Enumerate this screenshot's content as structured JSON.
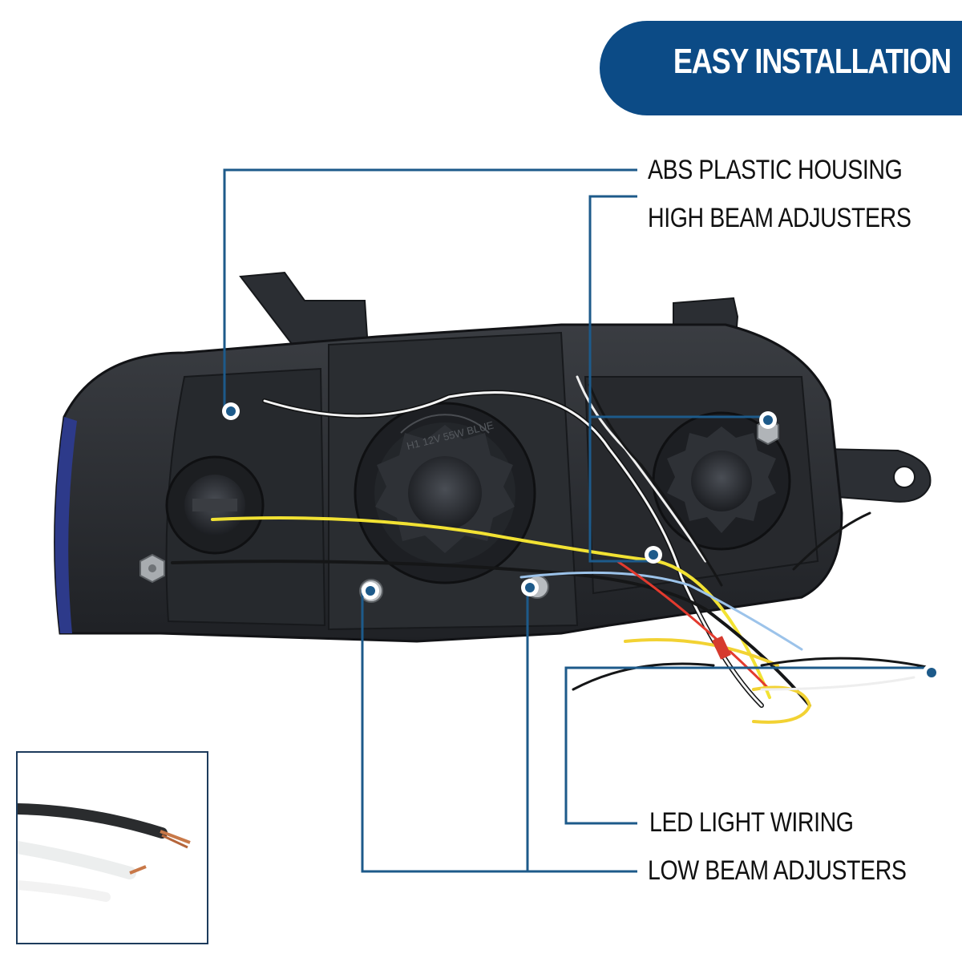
{
  "banner": {
    "title": "EASY INSTALLATION"
  },
  "callouts": {
    "abs_housing": "ABS PLASTIC HOUSING",
    "high_beam": "HIGH BEAM ADJUSTERS",
    "led_wiring": "LED LIGHT WIRING",
    "low_beam": "LOW BEAM ADJUSTERS"
  },
  "product": {
    "bulb_marking": "H1 12V 55W BLUE"
  },
  "colors": {
    "brand_blue": "#0c4b86",
    "callout_line": "#1d5a8a",
    "housing": "#2a2d31",
    "led_wire": "#f2e233"
  }
}
